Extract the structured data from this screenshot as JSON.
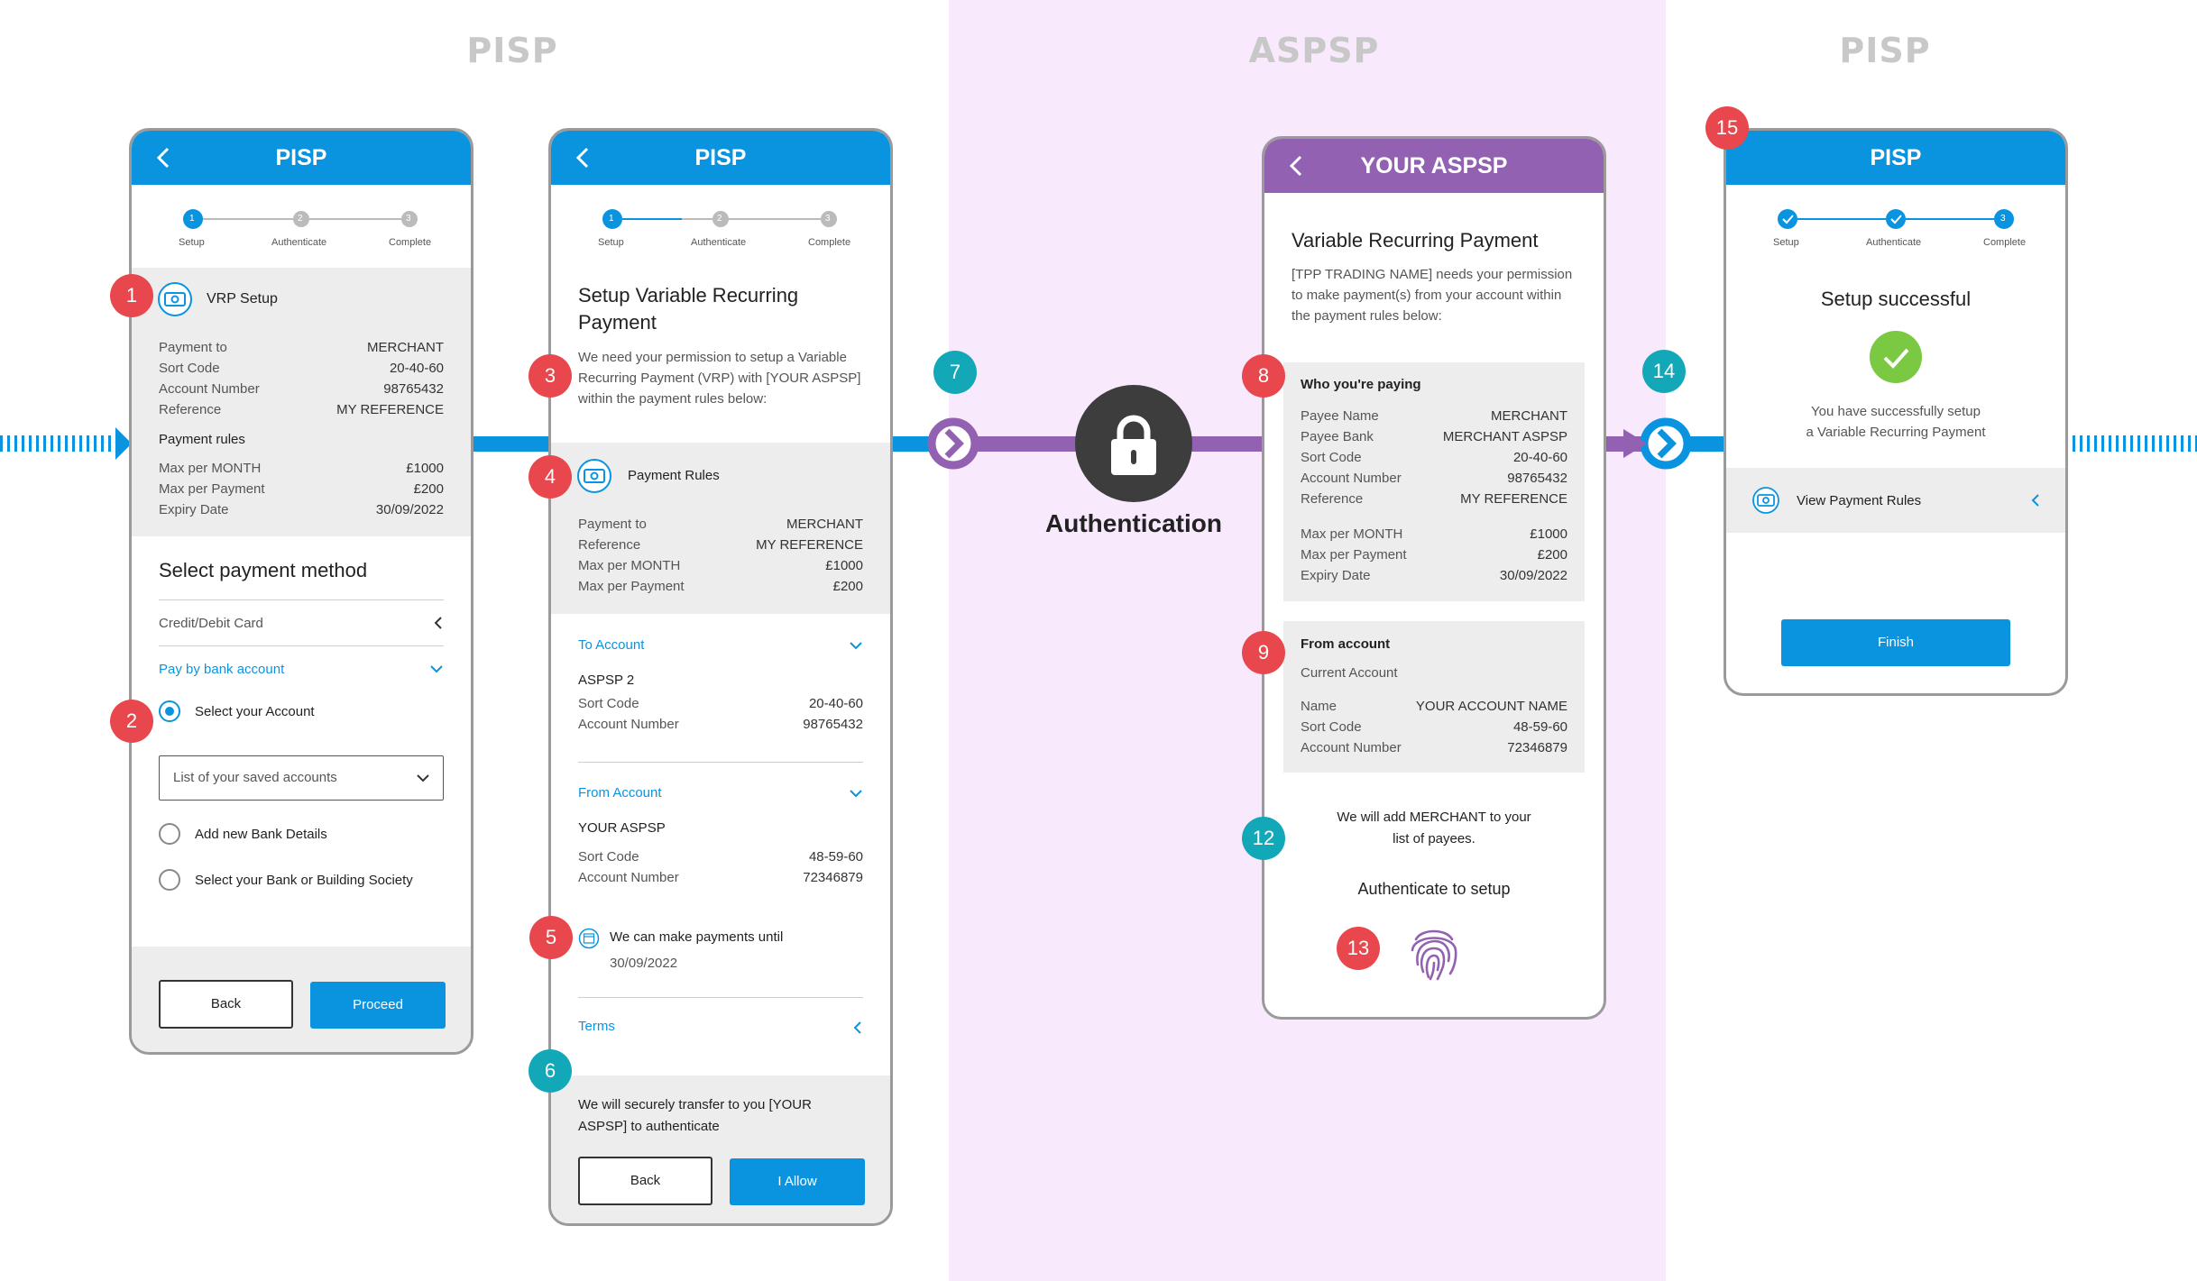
{
  "sections": {
    "pisp_left": "PISP",
    "aspsp": "ASPSP",
    "pisp_right": "PISP"
  },
  "auth_label": "Authentication",
  "steps": [
    "Setup",
    "Authenticate",
    "Complete"
  ],
  "step_numbers": [
    "1",
    "2",
    "3"
  ],
  "badges": [
    "1",
    "2",
    "3",
    "4",
    "5",
    "6",
    "7",
    "8",
    "9",
    "12",
    "13",
    "14",
    "15"
  ],
  "colors": {
    "pisp_blue": "#0a94e0",
    "aspsp_purple": "#9361b1",
    "badge_red": "#e8474e",
    "badge_teal": "#13a8b8",
    "success_green": "#7bc943"
  },
  "screen1": {
    "header": "PISP",
    "section_title": "VRP Setup",
    "rows": [
      {
        "label": "Payment to",
        "value": "MERCHANT"
      },
      {
        "label": "Sort Code",
        "value": "20-40-60"
      },
      {
        "label": "Account Number",
        "value": "98765432"
      },
      {
        "label": "Reference",
        "value": "MY REFERENCE"
      }
    ],
    "rules_title": "Payment rules",
    "rules": [
      {
        "label": "Max per MONTH",
        "value": "£1000"
      },
      {
        "label": "Max per Payment",
        "value": "£200"
      },
      {
        "label": "Expiry Date",
        "value": "30/09/2022"
      }
    ],
    "method_title": "Select payment method",
    "card_option": "Credit/Debit Card",
    "bank_option": "Pay by bank account",
    "select_account": "Select your Account",
    "accounts_placeholder": "List of your saved accounts",
    "add_bank": "Add new Bank Details",
    "select_bank": "Select your Bank or Building Society",
    "back": "Back",
    "proceed": "Proceed"
  },
  "screen2": {
    "header": "PISP",
    "title_line1": "Setup Variable Recurring",
    "title_line2": "Payment",
    "intro_line1": "We need your permission to setup a Variable",
    "intro_line2": "Recurring Payment (VRP) with [YOUR ASPSP]",
    "intro_line3": "within the payment rules below:",
    "rules_title": "Payment Rules",
    "rules": [
      {
        "label": "Payment to",
        "value": "MERCHANT"
      },
      {
        "label": "Reference",
        "value": "MY REFERENCE"
      },
      {
        "label": "Max per MONTH",
        "value": "£1000"
      },
      {
        "label": "Max per Payment",
        "value": "£200"
      }
    ],
    "to_account": "To Account",
    "to_bank": "ASPSP 2",
    "to_rows": [
      {
        "label": "Sort Code",
        "value": "20-40-60"
      },
      {
        "label": "Account Number",
        "value": "98765432"
      }
    ],
    "from_account": "From Account",
    "from_bank": "YOUR ASPSP",
    "from_rows": [
      {
        "label": "Sort Code",
        "value": "48-59-60"
      },
      {
        "label": "Account Number",
        "value": "72346879"
      }
    ],
    "until_text": "We can make payments until",
    "until_date": "30/09/2022",
    "terms": "Terms",
    "transfer_line1": "We will securely transfer to you [YOUR",
    "transfer_line2": "ASPSP] to authenticate",
    "back": "Back",
    "allow": "I Allow"
  },
  "screen3": {
    "header": "YOUR ASPSP",
    "title": "Variable Recurring Payment",
    "intro_line1": "[TPP TRADING NAME] needs your permission",
    "intro_line2": "to make payment(s) from your account within",
    "intro_line3": "the payment rules below:",
    "paying_title": "Who you're paying",
    "paying_rows": [
      {
        "label": "Payee Name",
        "value": "MERCHANT"
      },
      {
        "label": "Payee Bank",
        "value": "MERCHANT ASPSP"
      },
      {
        "label": "Sort Code",
        "value": "20-40-60"
      },
      {
        "label": "Account Number",
        "value": "98765432"
      },
      {
        "label": "Reference",
        "value": "MY REFERENCE"
      }
    ],
    "limit_rows": [
      {
        "label": "Max per MONTH",
        "value": "£1000"
      },
      {
        "label": "Max per Payment",
        "value": "£200"
      },
      {
        "label": "Expiry Date",
        "value": "30/09/2022"
      }
    ],
    "from_title": "From account",
    "from_type": "Current Account",
    "from_rows": [
      {
        "label": "Name",
        "value": "YOUR ACCOUNT NAME"
      },
      {
        "label": "Sort Code",
        "value": "48-59-60"
      },
      {
        "label": "Account Number",
        "value": "72346879"
      }
    ],
    "payee_line1": "We will add MERCHANT to your",
    "payee_line2": "list of payees.",
    "auth_setup": "Authenticate to setup"
  },
  "screen4": {
    "header": "PISP",
    "success_title": "Setup successful",
    "success_line1": "You have successfully setup",
    "success_line2": "a Variable Recurring Payment",
    "view_rules": "View Payment Rules",
    "finish": "Finish"
  }
}
